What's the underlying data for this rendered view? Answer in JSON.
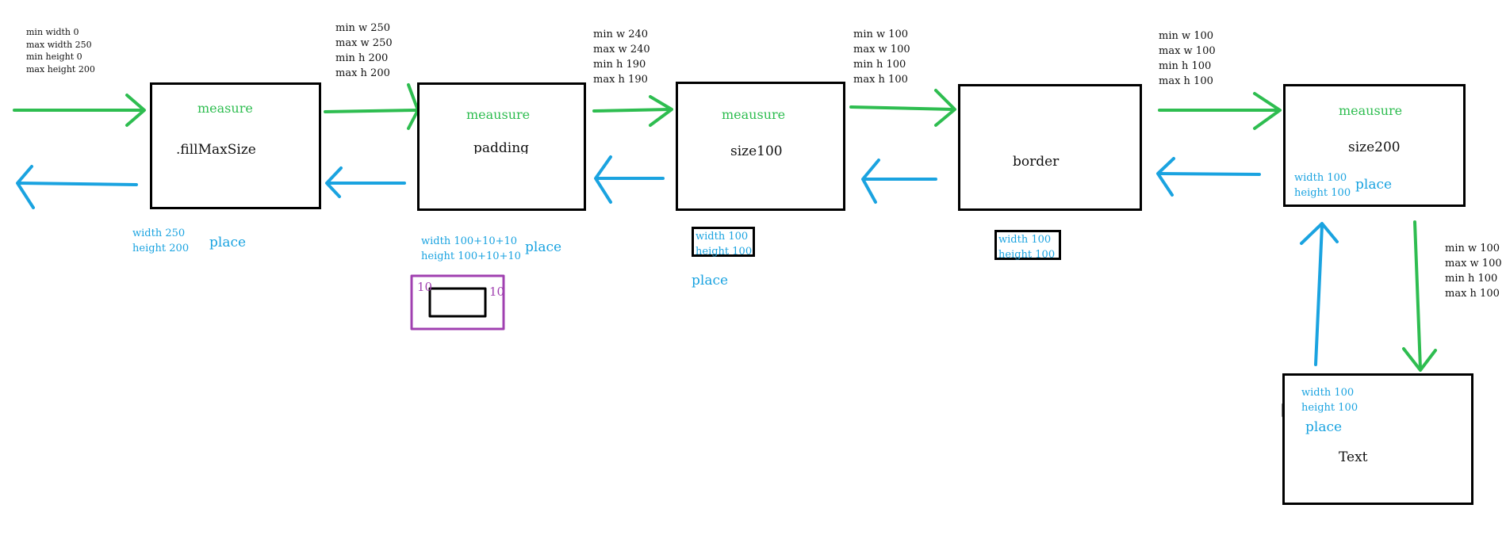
{
  "colors": {
    "measure_arrow": "#2ebd50",
    "place_arrow": "#1aa3e0",
    "box_border": "#000000",
    "padding_frame": "#a040b0"
  },
  "nodes": {
    "fillmaxsize": {
      "name": ".fillMaxSize",
      "measure": "measure",
      "place": "place",
      "result": [
        "width 250",
        "height 200"
      ]
    },
    "padding": {
      "name": "padding",
      "measure": "meausure",
      "place": "place",
      "result": [
        "width 100+10+10",
        "height 100+10+10"
      ]
    },
    "size100": {
      "name": "size100",
      "measure": "meausure",
      "place": "place",
      "result": [
        "width 100",
        "height 100"
      ]
    },
    "border": {
      "name": "border",
      "result": [
        "width 100",
        "height 100"
      ]
    },
    "size200": {
      "name": "size200",
      "measure": "meausure",
      "place": "place",
      "result": [
        "width 100",
        "height 100"
      ]
    },
    "text": {
      "name": "Text",
      "place": "place",
      "result": [
        "width 100",
        "height 100"
      ]
    }
  },
  "constraints": {
    "input": [
      "min width 0",
      "max width 250",
      "min height 0",
      "max height 200"
    ],
    "to_padding": [
      "min w 250",
      "max w 250",
      "min h 200",
      "max h 200"
    ],
    "to_size100": [
      "min w 240",
      "max w 240",
      "min h 190",
      "max h 190"
    ],
    "to_border": [
      "min w 100",
      "max w 100",
      "min h 100",
      "max h 100"
    ],
    "to_size200": [
      "min w 100",
      "max w 100",
      "min h 100",
      "max h 100"
    ],
    "to_text": [
      "min w 100",
      "max w 100",
      "min h 100",
      "max h 100"
    ]
  },
  "padding_sketch": {
    "left": "10",
    "right": "10"
  }
}
